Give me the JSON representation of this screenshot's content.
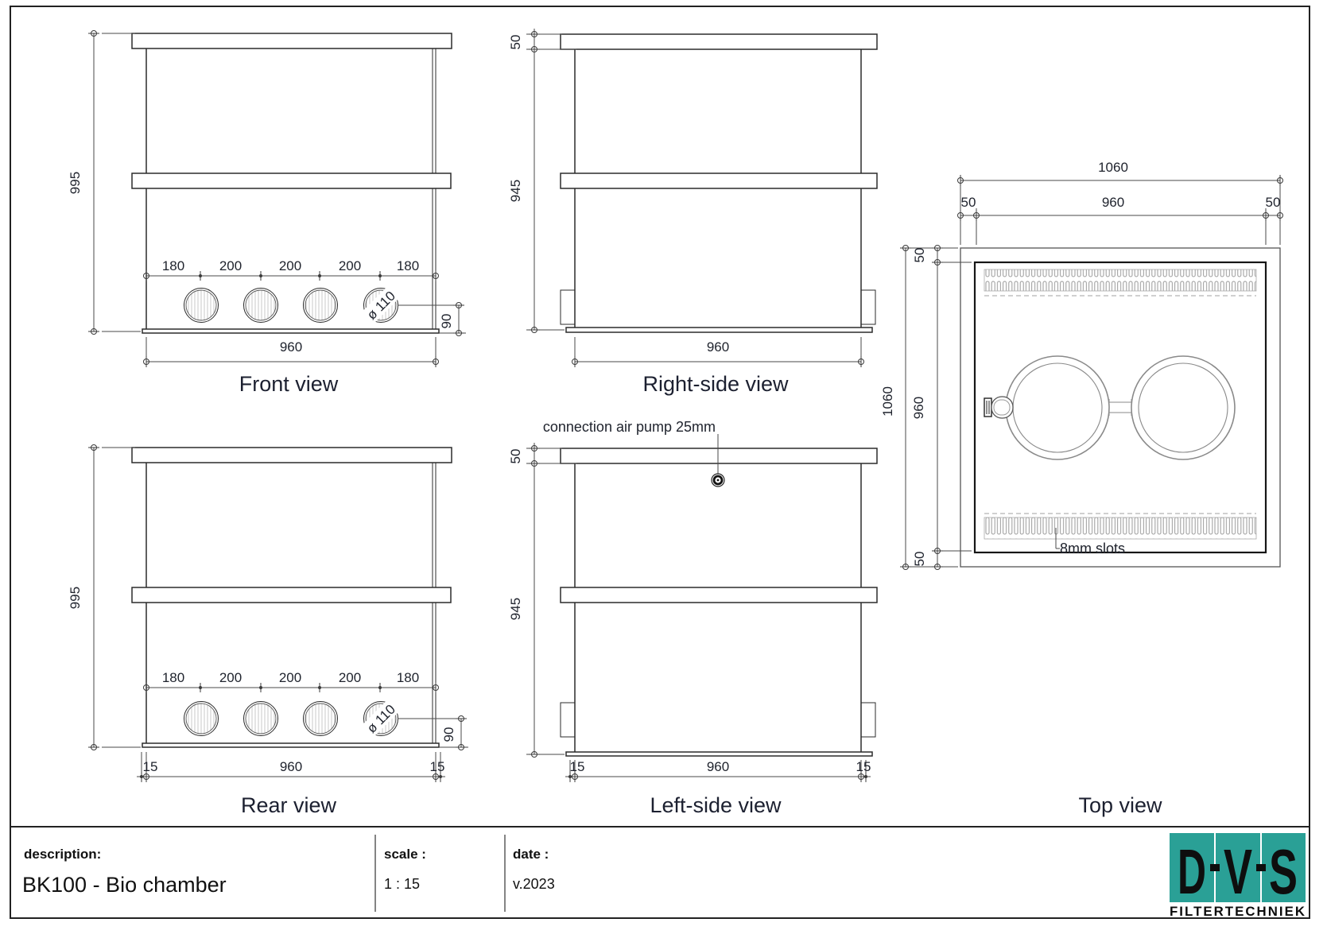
{
  "views": {
    "front": {
      "title": "Front view",
      "dim_height": "995",
      "dim_width": "960",
      "spacing": [
        "180",
        "200",
        "200",
        "200",
        "180"
      ],
      "hole_diameter": "ø 110",
      "dim_hole_height": "90"
    },
    "rear": {
      "title": "Rear view",
      "dim_height": "995",
      "spacing": [
        "180",
        "200",
        "200",
        "200",
        "180"
      ],
      "hole_diameter": "ø 110",
      "dim_hole_height": "90",
      "dim_bottom": [
        "15",
        "960",
        "15"
      ]
    },
    "right": {
      "title": "Right-side view",
      "dim_lid": "50",
      "dim_body": "945",
      "dim_width": "960"
    },
    "left": {
      "title": "Left-side view",
      "dim_lid": "50",
      "dim_body": "945",
      "dim_bottom": [
        "15",
        "960",
        "15"
      ],
      "annotation_air_pump": "connection air pump 25mm"
    },
    "top": {
      "title": "Top view",
      "dim_total_width": "1060",
      "dim_top_row": [
        "50",
        "960",
        "50"
      ],
      "dim_total_height": "1060",
      "dim_left_row": [
        "50",
        "960",
        "50"
      ],
      "annotation_slots": "8mm slots"
    }
  },
  "title_block": {
    "description_label": "description:",
    "description_value": "BK100 - Bio chamber",
    "scale_label": "scale :",
    "scale_value": "1 : 15",
    "date_label": "date :",
    "date_value": "v.2023"
  },
  "logo": {
    "letters": [
      "D",
      "V",
      "S"
    ],
    "subtitle": "FILTERTECHNIEK",
    "color": "#2AA096"
  }
}
